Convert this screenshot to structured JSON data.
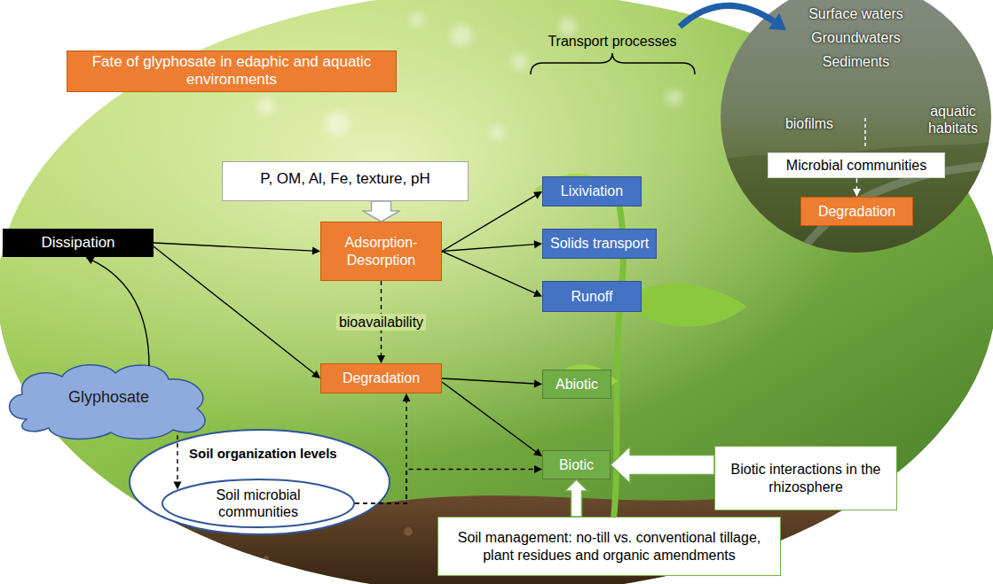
{
  "diagram": {
    "title": "Fate of glyphosate in edaphic and aquatic environments",
    "nodes": [
      {
        "text": [
          "P, OM, Al, Fe, texture, pH"
        ]
      },
      {
        "text": [
          "Dissipation"
        ]
      },
      {
        "text": [
          "Adsorption- Desorption"
        ]
      },
      {
        "text": [
          "Lixiviation"
        ]
      },
      {
        "text": [
          "Solids transport"
        ]
      },
      {
        "text": [
          "Runoff"
        ]
      },
      {
        "text": [
          "Degradation"
        ]
      },
      {
        "text": [
          "Abiotic"
        ]
      },
      {
        "text": [
          "Biotic"
        ]
      },
      {
        "text": [
          "Glyphosate"
        ]
      },
      {
        "text": [
          "Soil organization levels"
        ]
      },
      {
        "text": [
          "Soil microbial communities"
        ],
        "in": 10
      },
      {
        "text": [
          "Biotic interactions in the rhizosphere"
        ]
      },
      {
        "text": [
          "Soil management: no-till vs. conventional tillage, plant residues and organic amendments"
        ]
      },
      {
        "text": [
          "Surface waters",
          "Groundwaters",
          "Sediments",
          "biofilms",
          "aquatic habitats"
        ]
      },
      {
        "text": [
          "Microbial communities"
        ],
        "in": 14
      },
      {
        "text": [
          "Degradation"
        ],
        "in": 14
      }
    ],
    "edges": [
      {
        "from": 9,
        "to": 1,
        "arrow": "to"
      },
      {
        "from": 1,
        "to": 2,
        "arrow": "to"
      },
      {
        "from": 1,
        "to": 6,
        "arrow": "to"
      },
      {
        "from": 0,
        "to": 2,
        "arrow": "to"
      },
      {
        "from": 2,
        "to": 3,
        "arrow": "to"
      },
      {
        "from": 2,
        "to": 4,
        "arrow": "to"
      },
      {
        "from": 2,
        "to": 5,
        "arrow": "to"
      },
      {
        "from": 2,
        "to": 6,
        "label": "bioavailability",
        "arrow": "to"
      },
      {
        "from": 6,
        "to": 7,
        "arrow": "to"
      },
      {
        "from": 6,
        "to": 8,
        "arrow": "to"
      },
      {
        "from": 9,
        "to": 11,
        "arrow": "to"
      },
      {
        "from": 11,
        "to": 6,
        "arrow": "to"
      },
      {
        "from": 11,
        "to": 8,
        "arrow": "to"
      },
      {
        "from": 12,
        "to": 8,
        "arrow": "to"
      },
      {
        "from": 13,
        "to": 8,
        "arrow": "to"
      },
      {
        "from": 15,
        "to": 16,
        "arrow": "to"
      }
    ],
    "labels": [
      "Transport processes"
    ]
  }
}
